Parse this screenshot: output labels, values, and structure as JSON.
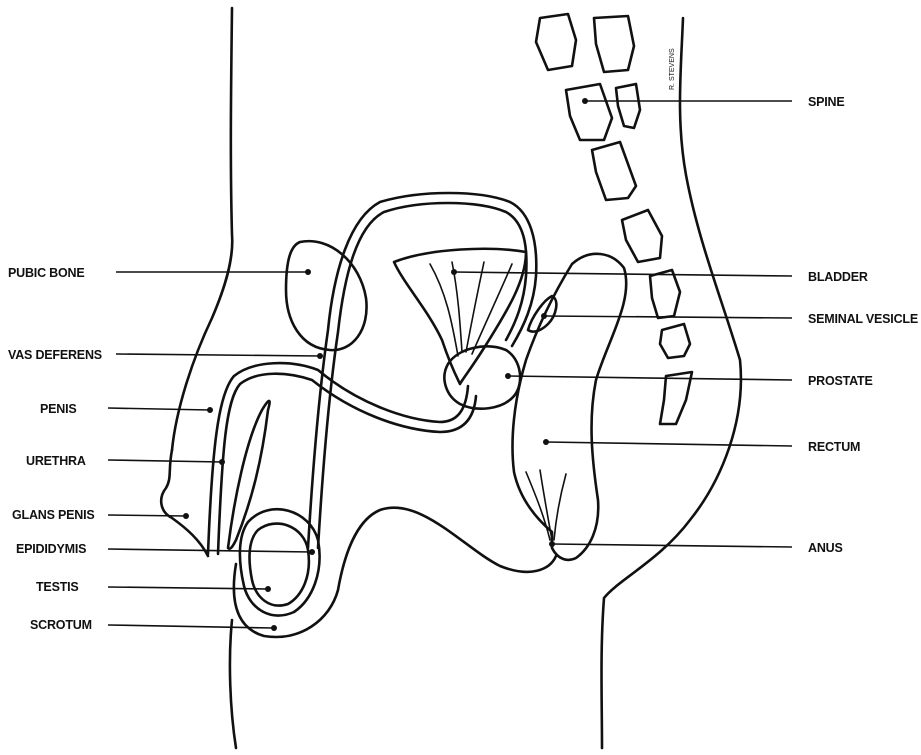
{
  "diagram": {
    "signature": "R. STEVENS",
    "labels": {
      "spine": "SPINE",
      "pubic_bone": "PUBIC BONE",
      "bladder": "BLADDER",
      "seminal_vesicle": "SEMINAL VESICLE",
      "vas_deferens": "VAS DEFERENS",
      "prostate": "PROSTATE",
      "penis": "PENIS",
      "urethra": "URETHRA",
      "rectum": "RECTUM",
      "glans_penis": "GLANS PENIS",
      "epididymis": "EPIDIDYMIS",
      "anus": "ANUS",
      "testis": "TESTIS",
      "scrotum": "SCROTUM"
    }
  }
}
